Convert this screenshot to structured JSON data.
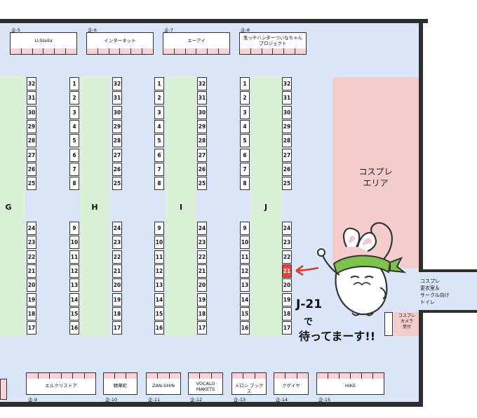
{
  "top_booths": [
    {
      "id": "企-5",
      "name": "U-Stella"
    },
    {
      "id": "企-6",
      "name": "インターネット"
    },
    {
      "id": "企-7",
      "name": "エーアイ"
    },
    {
      "id": "企-8",
      "name": "鬼っチハンターついなちゃんプロジェクト"
    }
  ],
  "bottom_booths": [
    {
      "id": "企-9",
      "name": "エルクリストア"
    },
    {
      "id": "企-10",
      "name": "精華町"
    },
    {
      "id": "企-11",
      "name": "ZAN-SHIN"
    },
    {
      "id": "企-12",
      "name": "VOCALO MAKETS"
    },
    {
      "id": "企-13",
      "name": "メロン ブックス"
    },
    {
      "id": "企-14",
      "name": "クゲイヤ"
    },
    {
      "id": "企-15",
      "name": "HIKE"
    }
  ],
  "rows": [
    "G",
    "H",
    "I",
    "J"
  ],
  "numbers_desc_top": [
    "32",
    "31",
    "30",
    "29",
    "28",
    "27",
    "26",
    "25"
  ],
  "numbers_asc_top": [
    "1",
    "2",
    "3",
    "4",
    "5",
    "6",
    "7",
    "8"
  ],
  "numbers_desc_bottom": [
    "24",
    "23",
    "22",
    "21",
    "20",
    "19",
    "18",
    "17"
  ],
  "numbers_asc_bottom": [
    "9",
    "10",
    "11",
    "12",
    "13",
    "14",
    "15",
    "16"
  ],
  "highlight_booth": "J-21",
  "cosplay_area": "コスプレ\nエリア",
  "dressing_room": "コスプレ\n更衣室＆\nサークル向け\nトイレ",
  "camera_reception": "コスプレ\nカメラ\n受付",
  "message_line1": "J-21",
  "message_line2": "で",
  "message_line3": "待ってまーす!!",
  "colors": {
    "hall": "#dae6f7",
    "aisle": "#daf0d6",
    "cosplay": "#f5cccc",
    "highlight": "#e8463c",
    "arrow": "#d93a32"
  }
}
